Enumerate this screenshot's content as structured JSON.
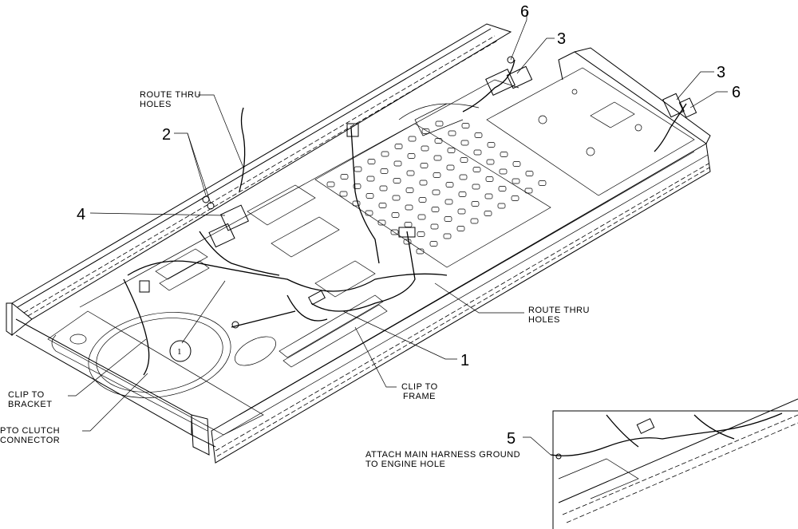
{
  "callouts": {
    "route_thru_holes_top": [
      "ROUTE THRU",
      "HOLES"
    ],
    "route_thru_holes_right": [
      "ROUTE THRU",
      "HOLES"
    ],
    "clip_to_bracket": [
      "CLIP TO",
      "BRACKET"
    ],
    "pto_clutch_connector": [
      "PTO CLUTCH",
      "CONNECTOR"
    ],
    "clip_to_frame": [
      "CLIP TO",
      "FRAME"
    ],
    "attach_main_harness": [
      "ATTACH MAIN HARNESS GROUND",
      "TO ENGINE HOLE"
    ]
  },
  "item_numbers": {
    "n6_top": "6",
    "n3_top": "3",
    "n3_right": "3",
    "n6_right": "6",
    "n2": "2",
    "n4": "4",
    "n1": "1",
    "n5": "5",
    "circle_1": "1"
  }
}
